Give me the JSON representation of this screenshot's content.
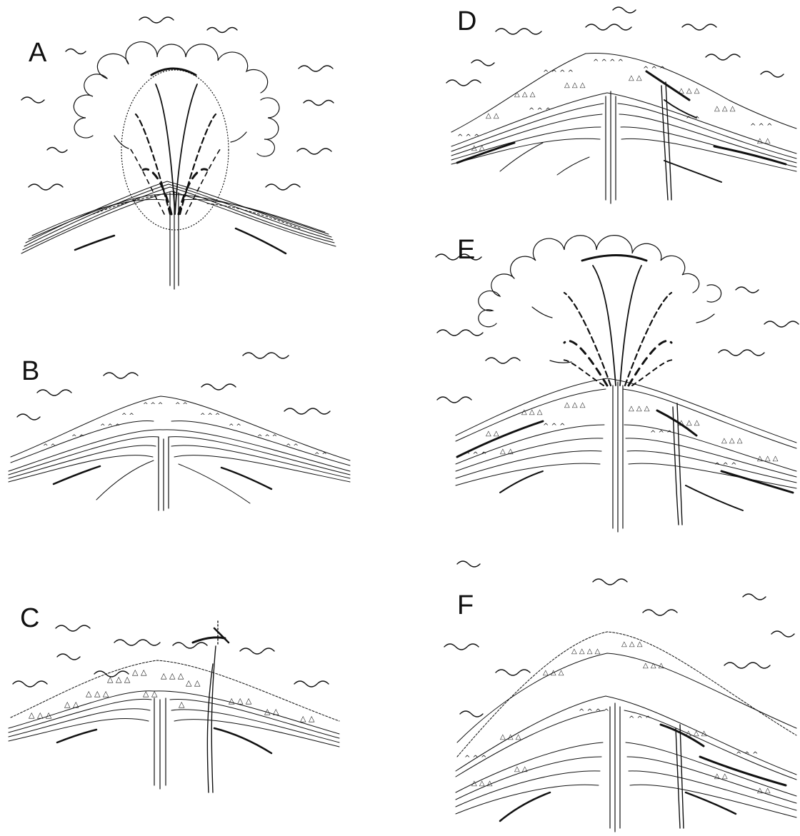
{
  "figure": {
    "panels": [
      {
        "id": "A",
        "label": "A",
        "stage": "eruption",
        "fountain": true,
        "dike": false,
        "breccia": false
      },
      {
        "id": "B",
        "label": "B",
        "stage": "cone",
        "fountain": false,
        "dike": false,
        "breccia": true
      },
      {
        "id": "C",
        "label": "C",
        "stage": "cone-with-dike",
        "fountain": false,
        "dike": true,
        "breccia": true
      },
      {
        "id": "D",
        "label": "D",
        "stage": "cone-with-dike",
        "fountain": false,
        "dike": true,
        "breccia": true
      },
      {
        "id": "E",
        "label": "E",
        "stage": "eruption",
        "fountain": true,
        "dike": true,
        "breccia": true
      },
      {
        "id": "F",
        "label": "F",
        "stage": "cone-with-dike",
        "fountain": false,
        "dike": true,
        "breccia": true
      }
    ],
    "ink_color": "#111111",
    "background": "#ffffff"
  }
}
